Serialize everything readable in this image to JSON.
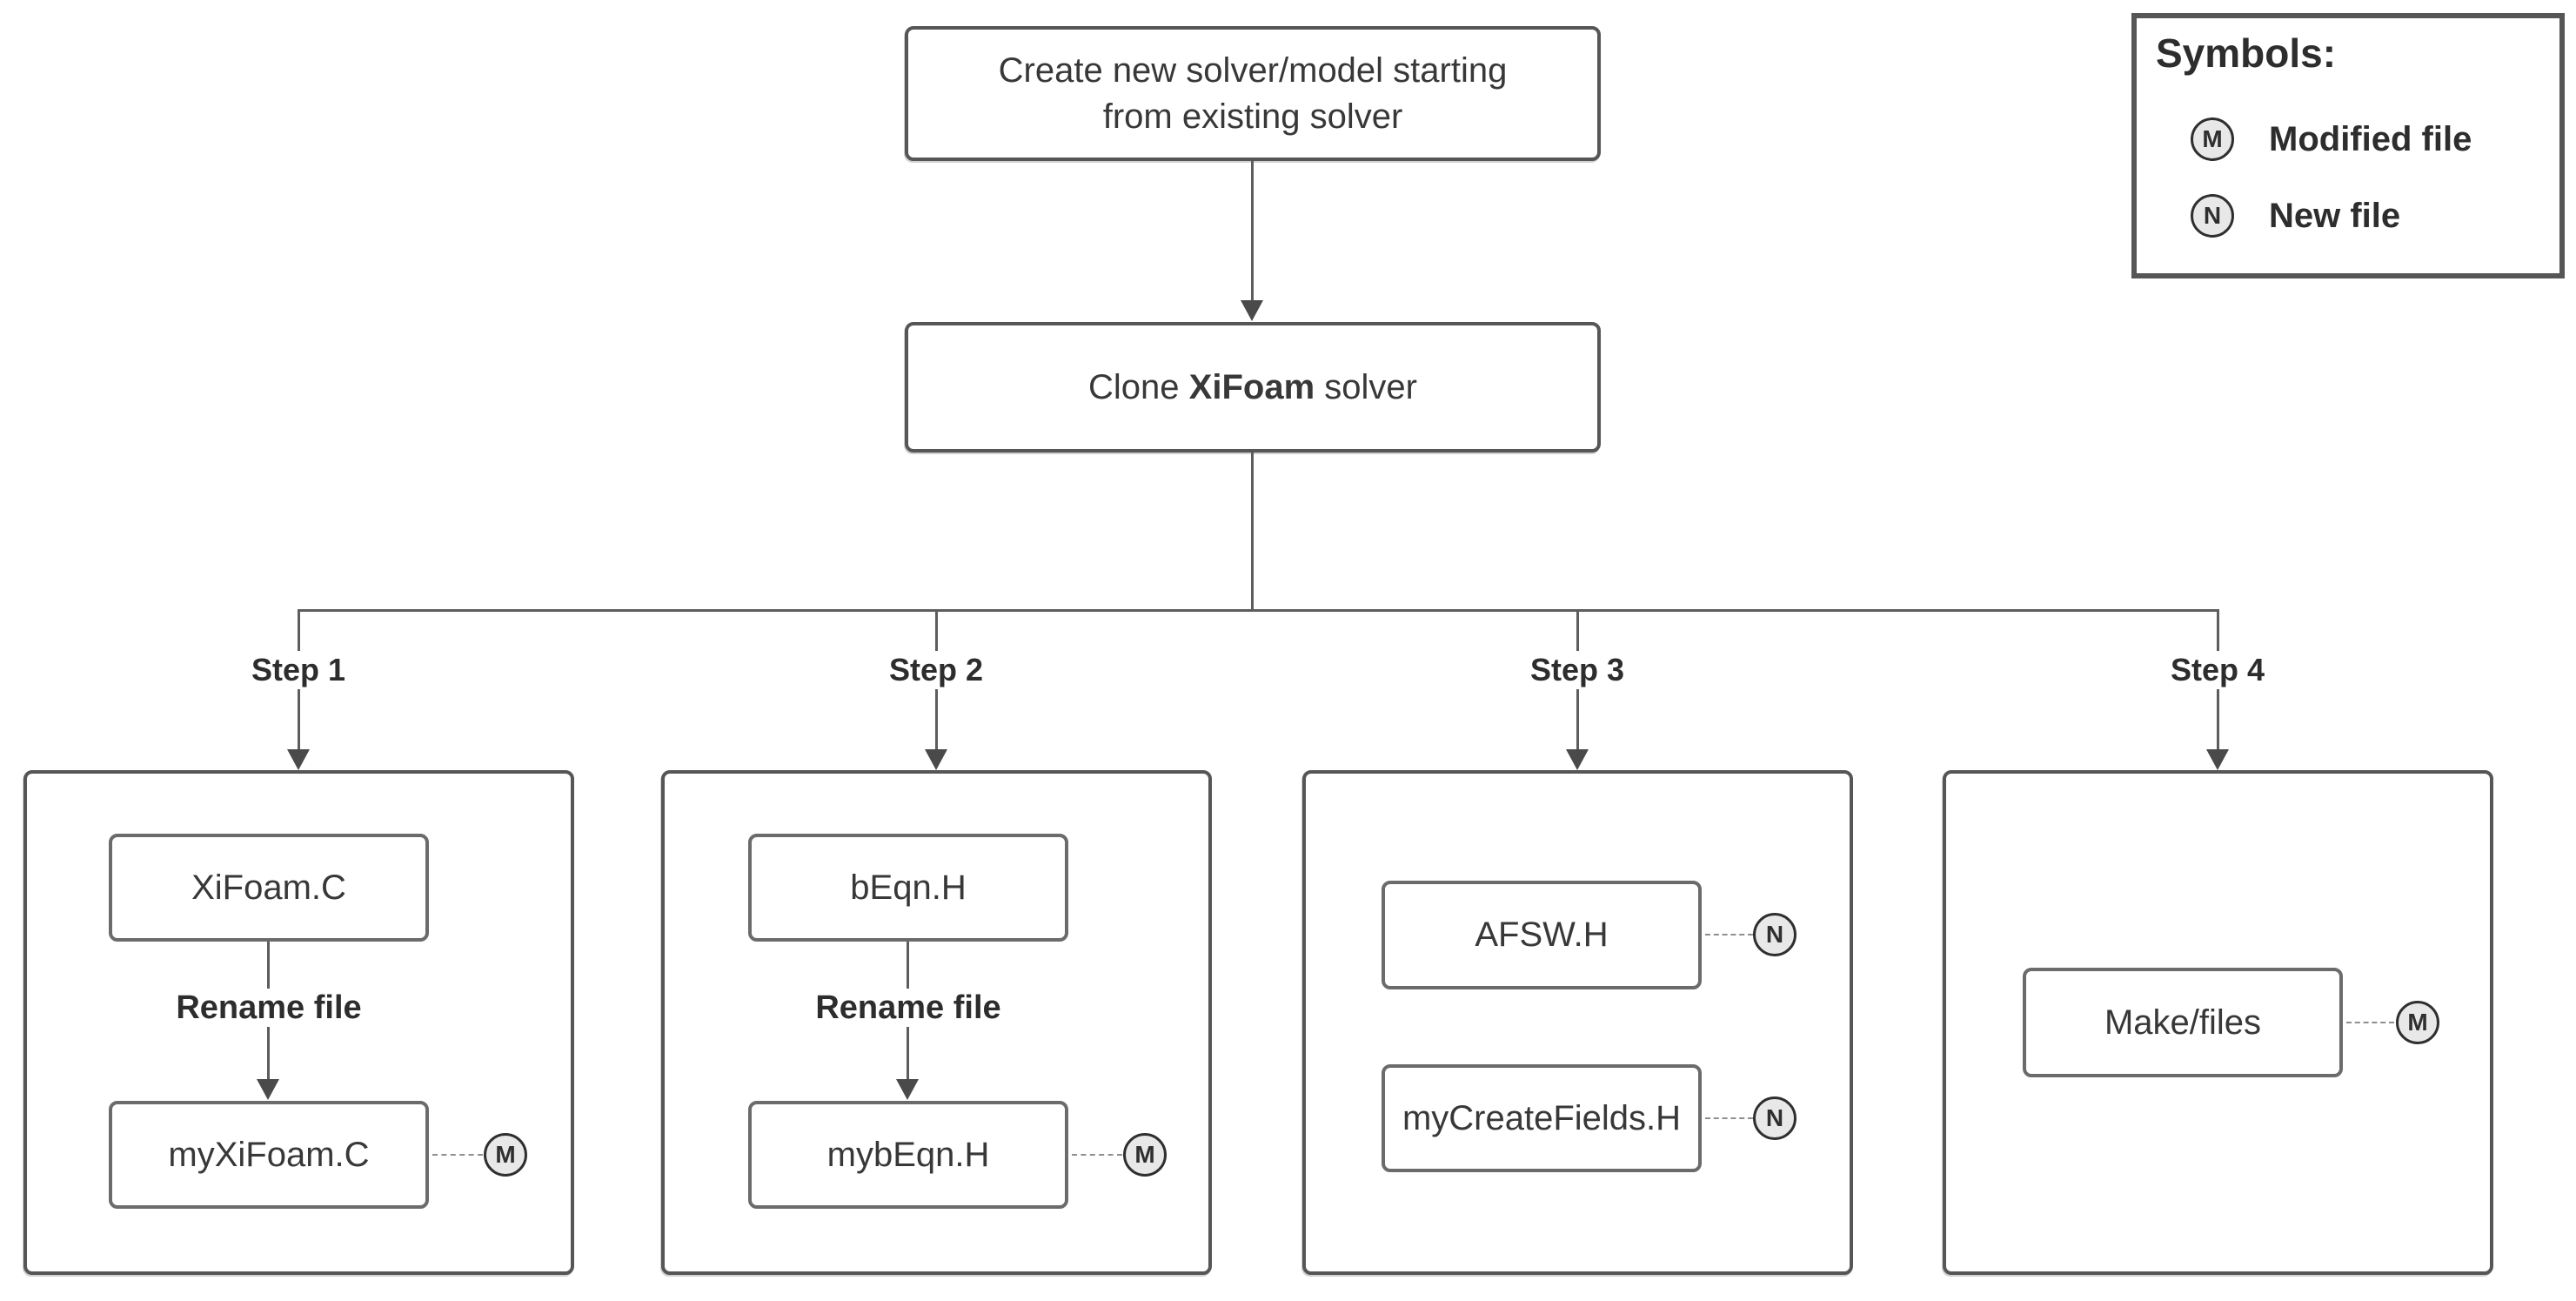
{
  "nodes": {
    "root": {
      "text": "Create new solver/model starting from existing solver"
    },
    "clone": {
      "prefix": "Clone ",
      "emphasis": "XiFoam",
      "suffix": " solver"
    }
  },
  "steps": [
    {
      "label": "Step 1",
      "action": "Rename file",
      "files": [
        {
          "name": "XiFoam.C"
        },
        {
          "name": "myXiFoam.C",
          "badge": "M"
        }
      ]
    },
    {
      "label": "Step 2",
      "action": "Rename file",
      "files": [
        {
          "name": "bEqn.H"
        },
        {
          "name": "mybEqn.H",
          "badge": "M"
        }
      ]
    },
    {
      "label": "Step 3",
      "files": [
        {
          "name": "AFSW.H",
          "badge": "N"
        },
        {
          "name": "myCreateFields.H",
          "badge": "N"
        }
      ]
    },
    {
      "label": "Step 4",
      "files": [
        {
          "name": "Make/files",
          "badge": "M"
        }
      ]
    }
  ],
  "legend": {
    "title": "Symbols:",
    "items": [
      {
        "symbol": "M",
        "label": "Modified file"
      },
      {
        "symbol": "N",
        "label": "New file"
      }
    ]
  },
  "colors": {
    "background": "#ffffff",
    "shape_border": "#565656",
    "inner_border": "#6b6b6b",
    "line": "#5d5d5d",
    "arrowhead": "#4a4a4a",
    "text": "#383838",
    "bold_text": "#2d2d2d",
    "badge_fill": "#e8e8e8",
    "badge_border": "#2f2f2f",
    "dashed_connector": "#8f8f8f"
  }
}
